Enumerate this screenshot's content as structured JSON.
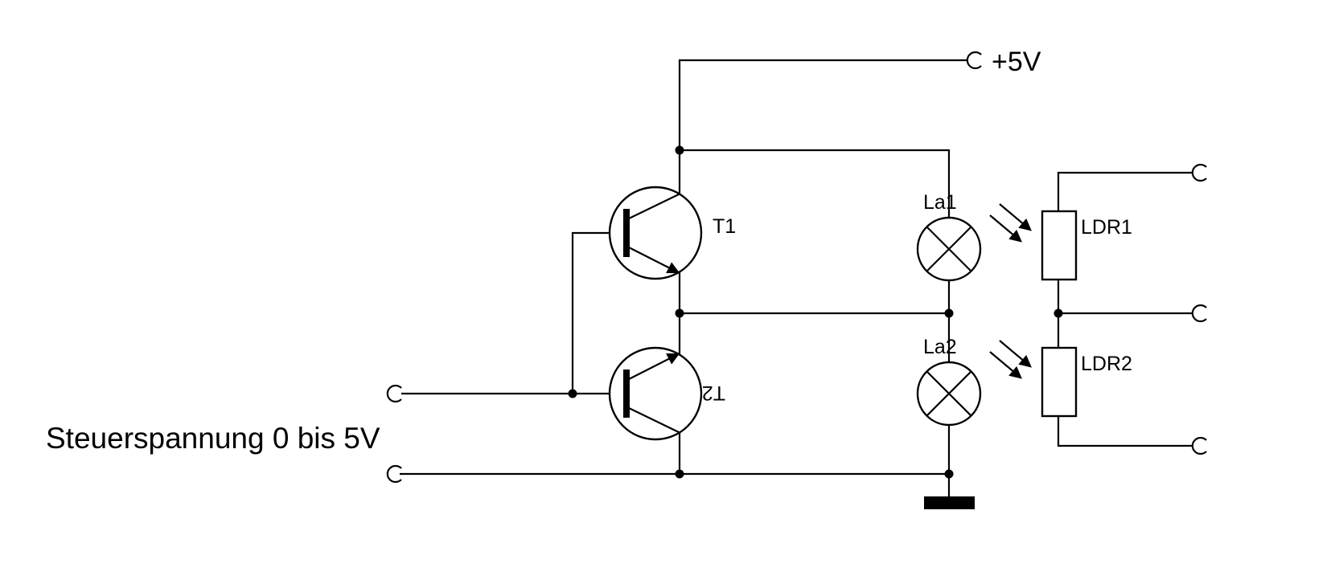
{
  "diagram": {
    "type": "circuit-schematic",
    "labels": {
      "supply": "+5V",
      "transistor1": "T1",
      "transistor2": "T2",
      "lamp1": "La1",
      "lamp2": "La2",
      "ldr1": "LDR1",
      "ldr2": "LDR2",
      "control_voltage": "Steuerspannung 0 bis 5V"
    },
    "colors": {
      "line": "#000000",
      "background": "#ffffff"
    },
    "components": [
      {
        "id": "T1",
        "kind": "transistor"
      },
      {
        "id": "T2",
        "kind": "transistor-inverted"
      },
      {
        "id": "La1",
        "kind": "lamp"
      },
      {
        "id": "La2",
        "kind": "lamp"
      },
      {
        "id": "LDR1",
        "kind": "photoresistor"
      },
      {
        "id": "LDR2",
        "kind": "photoresistor"
      },
      {
        "id": "+5V",
        "kind": "supply-terminal"
      },
      {
        "id": "GND",
        "kind": "ground"
      }
    ]
  }
}
